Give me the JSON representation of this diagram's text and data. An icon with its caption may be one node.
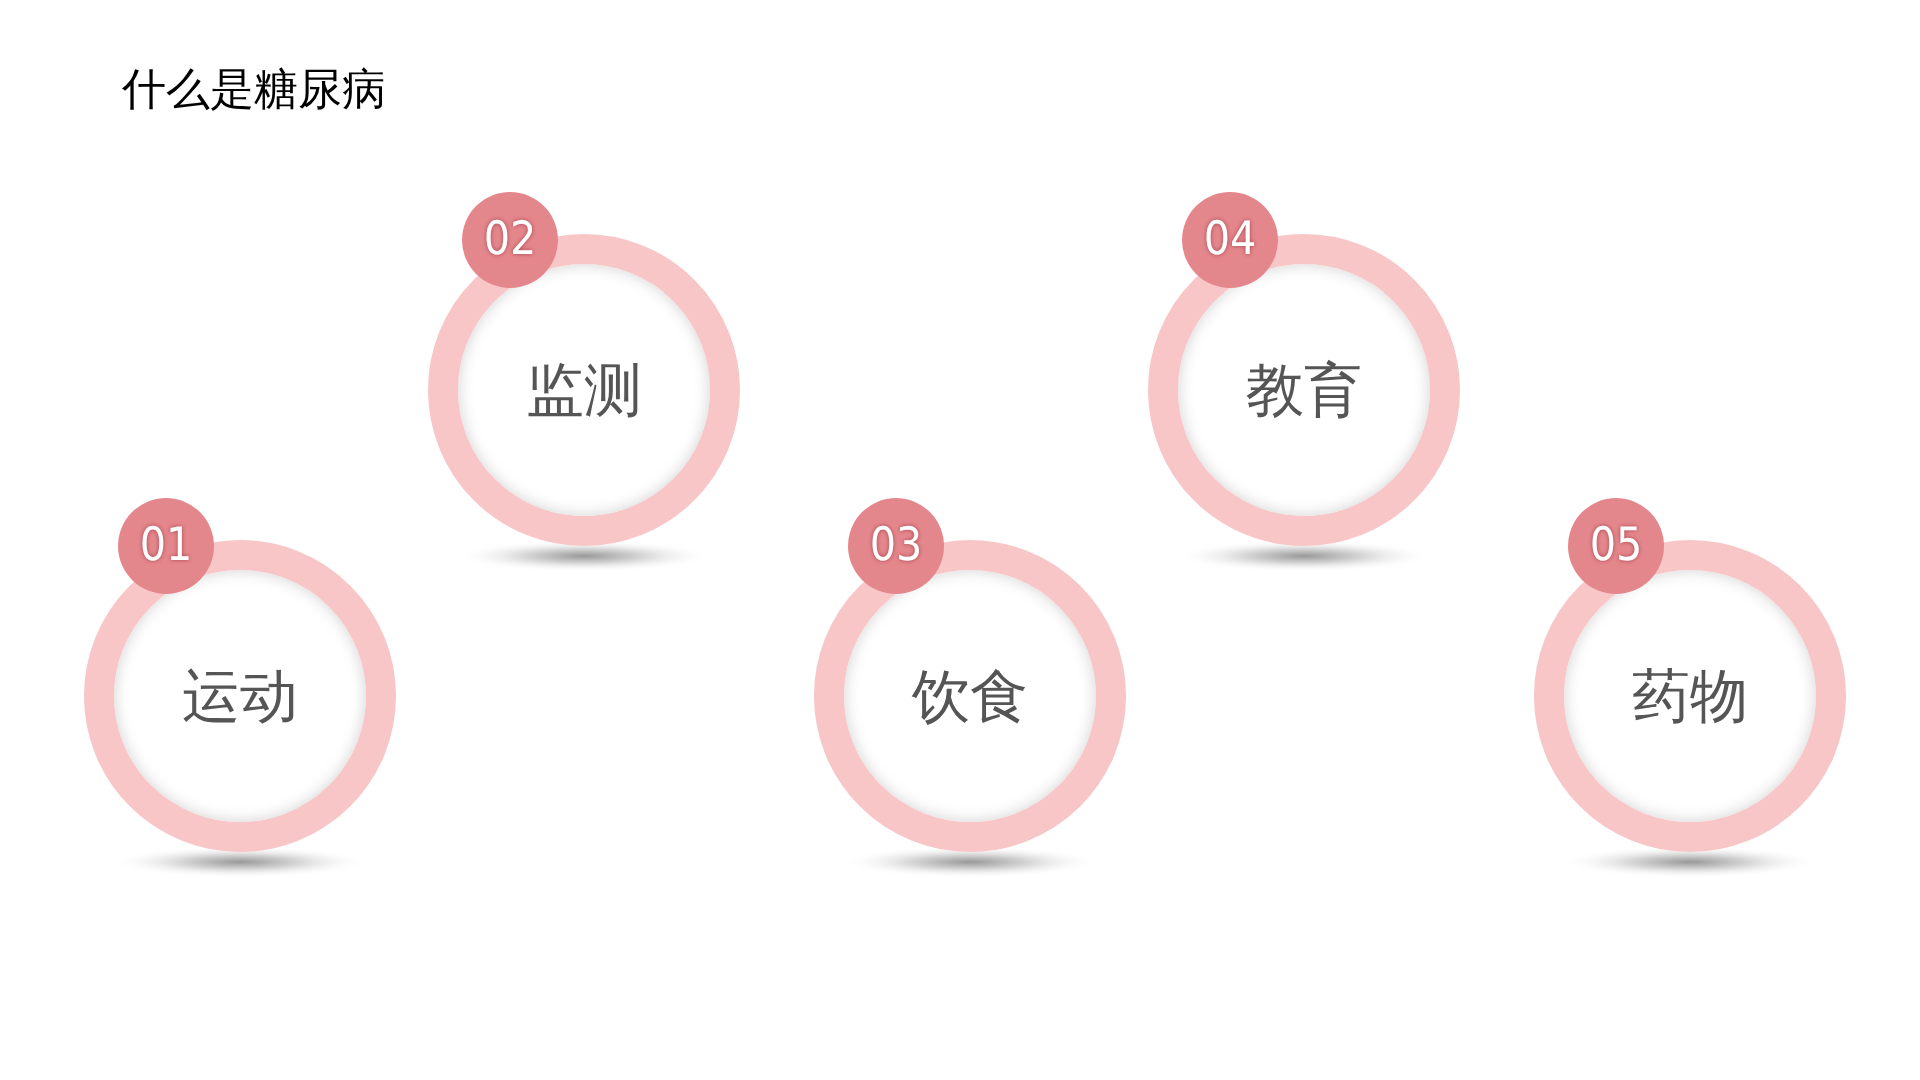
{
  "diagram": {
    "title": "什么是糖尿病",
    "nodes": [
      {
        "text": [
          "01",
          "运动"
        ]
      },
      {
        "text": [
          "02",
          "监测"
        ]
      },
      {
        "text": [
          "03",
          "饮食"
        ]
      },
      {
        "text": [
          "04",
          "教育"
        ]
      },
      {
        "text": [
          "05",
          "药物"
        ]
      }
    ]
  }
}
